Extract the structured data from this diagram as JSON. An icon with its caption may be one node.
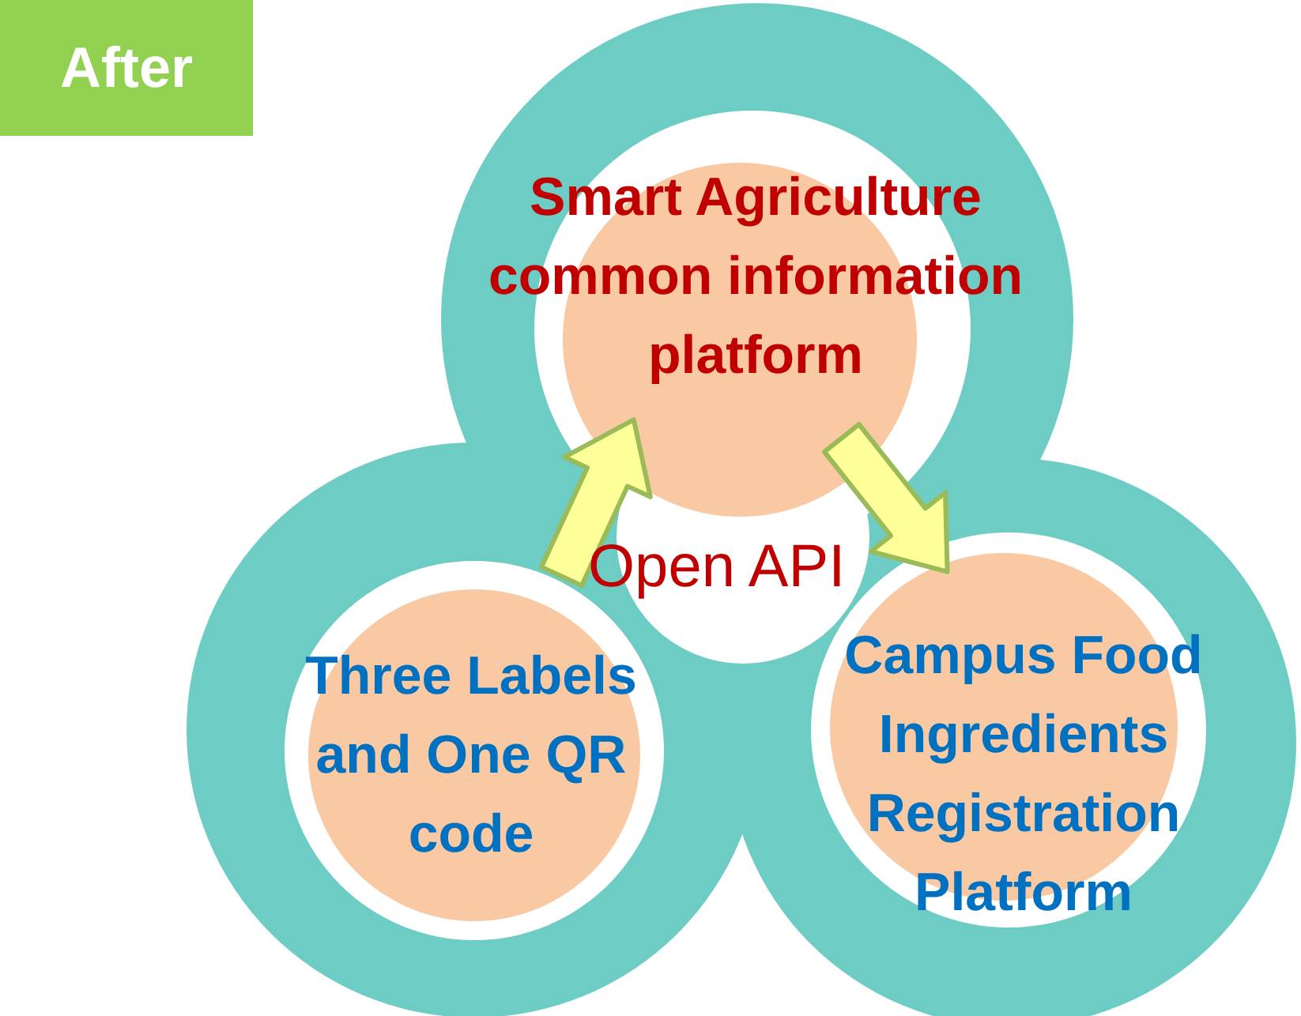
{
  "diagram": {
    "nodes": [
      {
        "text": [
          "After"
        ]
      },
      {
        "text": [
          "Smart Agriculture common information platform"
        ]
      },
      {
        "text": [
          "Three Labels and One QR code"
        ]
      },
      {
        "text": [
          "Campus Food Ingredients Registration Platform"
        ]
      }
    ],
    "edges": [
      {
        "from": 2,
        "to": 1,
        "arrow": "to",
        "style": "thick"
      },
      {
        "from": 1,
        "to": 3,
        "arrow": "to",
        "style": "thick"
      }
    ],
    "labels": [
      "Open API"
    ]
  }
}
